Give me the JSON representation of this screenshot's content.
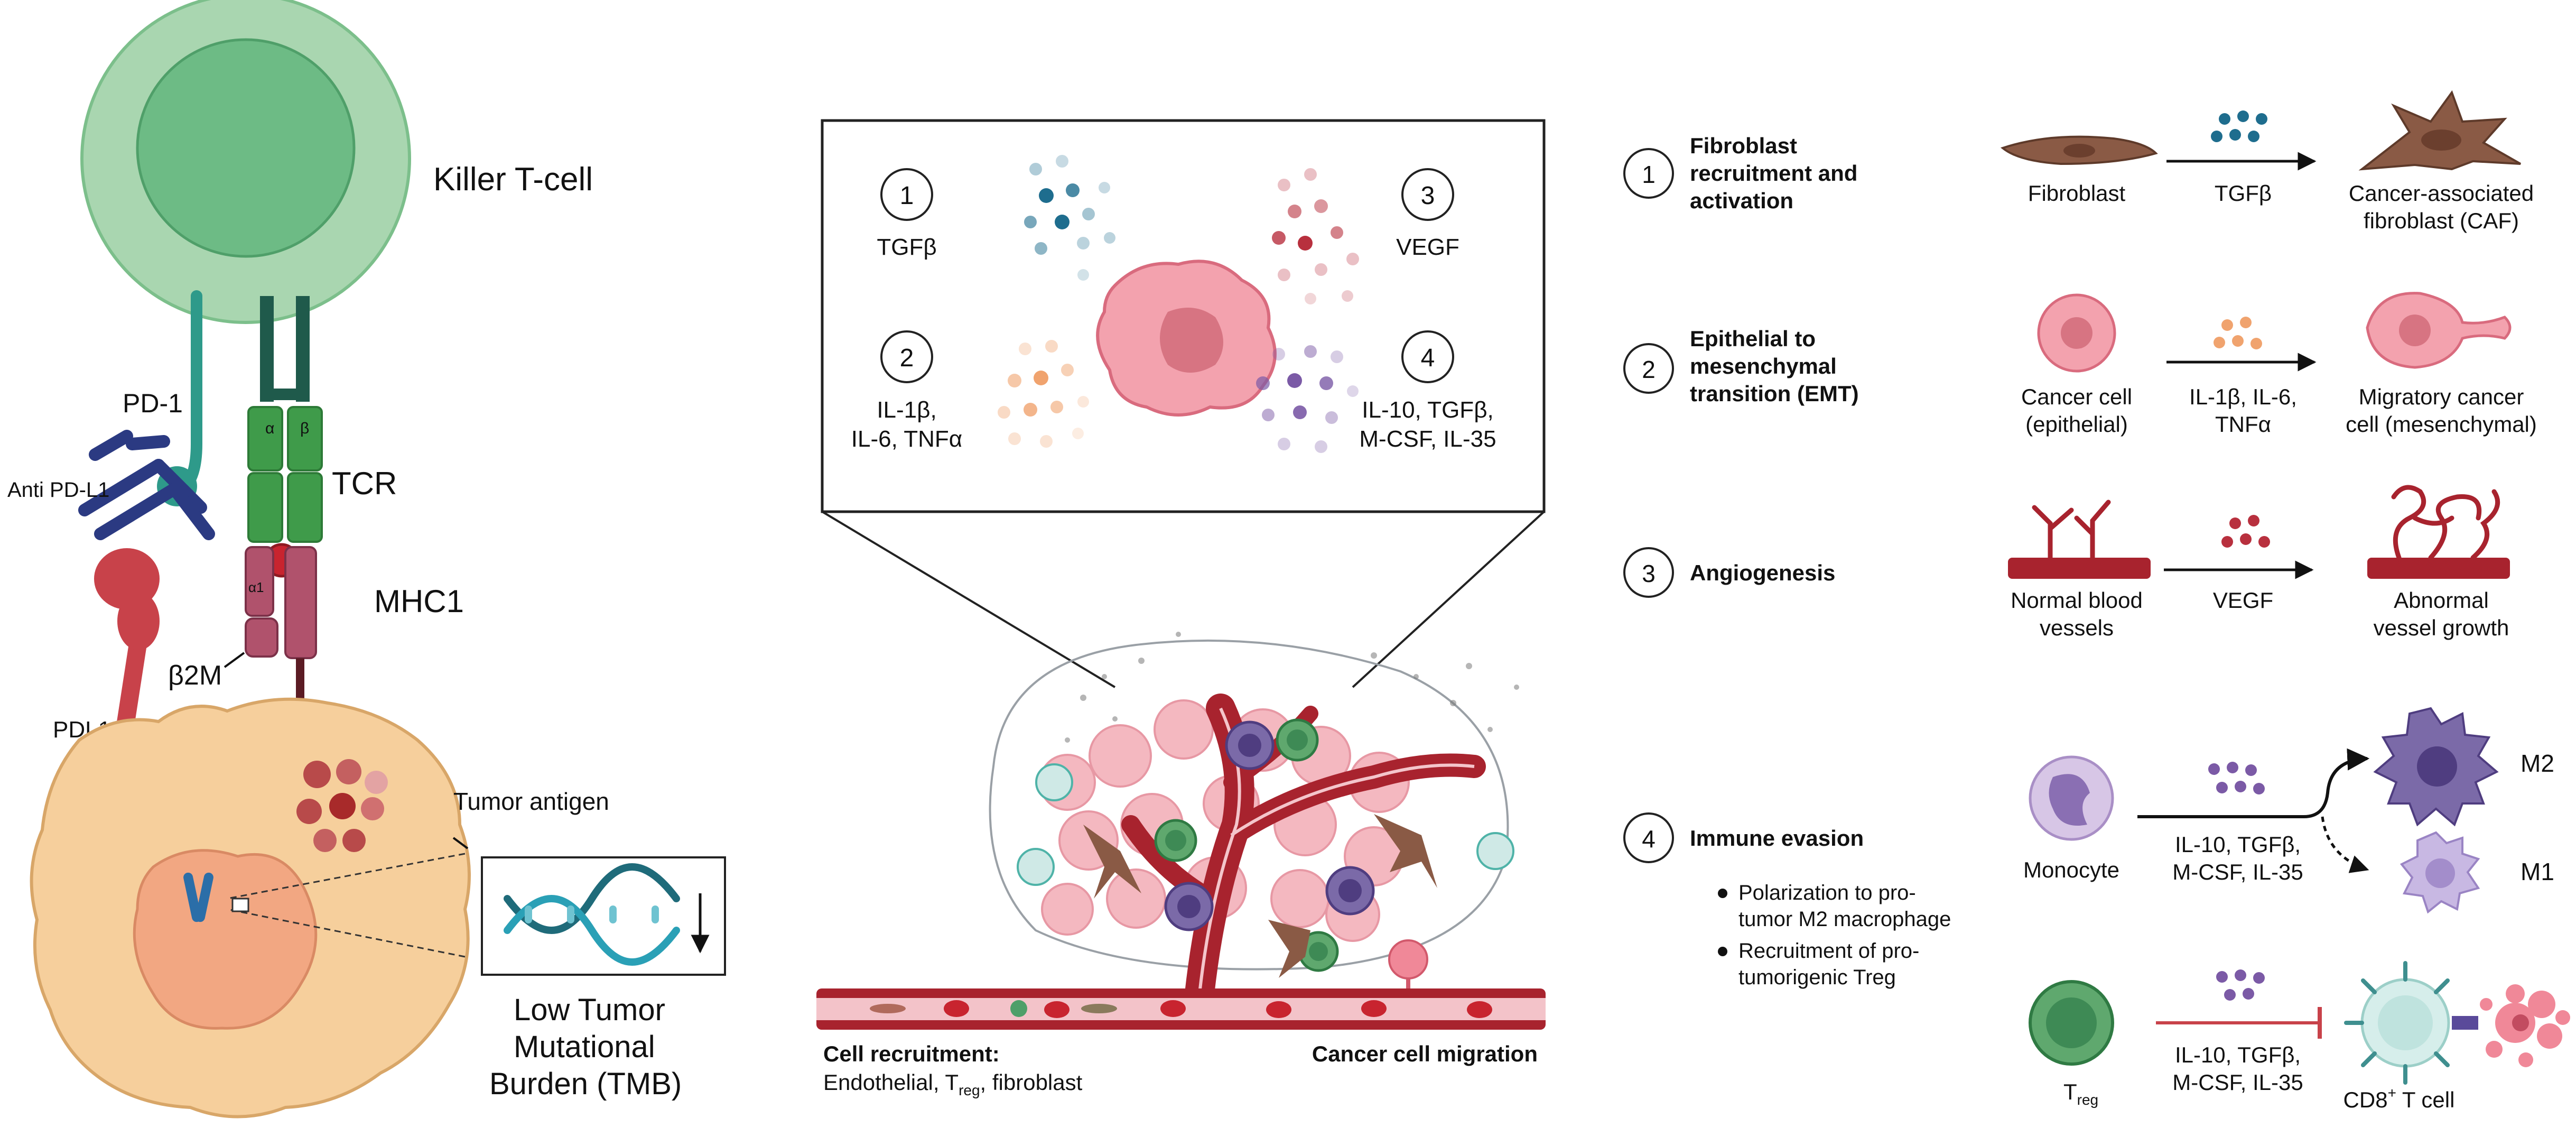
{
  "left_panel": {
    "killer_t_cell": "Killer T-cell",
    "pd1": "PD-1",
    "anti_pdl1": "Anti PD-L1",
    "tcr": "TCR",
    "alpha": "α",
    "beta": "β",
    "alpha1": "α1",
    "mhc1": "MHC1",
    "b2m": "β2M",
    "pdl1": "PDL1",
    "tumor_antigen": "Tumor antigen",
    "tmb_line1": "Low Tumor",
    "tmb_line2": "Mutational",
    "tmb_line3": "Burden (TMB)"
  },
  "middle_panel": {
    "items": [
      {
        "num": "1",
        "line1": "TGFβ",
        "line2": ""
      },
      {
        "num": "2",
        "line1": "IL-1β,",
        "line2": "IL-6, TNFα"
      },
      {
        "num": "3",
        "line1": "VEGF",
        "line2": ""
      },
      {
        "num": "4",
        "line1": "IL-10, TGFβ,",
        "line2": "M-CSF, IL-35"
      }
    ],
    "recruit_title": "Cell recruitment:",
    "recruit_a": "Endothelial, T",
    "recruit_sub": "reg",
    "recruit_b": ", fibroblast",
    "migration": "Cancer cell migration"
  },
  "right_panel": {
    "steps": [
      {
        "num": "1",
        "lines": [
          "Fibroblast",
          "recruitment and",
          "activation"
        ]
      },
      {
        "num": "2",
        "lines": [
          "Epithelial to",
          "mesenchymal",
          "transition (EMT)"
        ]
      },
      {
        "num": "3",
        "lines": [
          "Angiogenesis"
        ]
      },
      {
        "num": "4",
        "lines": [
          "Immune evasion"
        ]
      }
    ],
    "row1": {
      "left": "Fibroblast",
      "mid": "TGFβ",
      "right1": "Cancer-associated",
      "right2": "fibroblast (CAF)"
    },
    "row2": {
      "left1": "Cancer cell",
      "left2": "(epithelial)",
      "mid1": "IL-1β, IL-6,",
      "mid2": "TNFα",
      "right1": "Migratory cancer",
      "right2": "cell (mesenchymal)"
    },
    "row3": {
      "left1": "Normal blood",
      "left2": "vessels",
      "mid": "VEGF",
      "right1": "Abnormal",
      "right2": "vessel growth"
    },
    "row4": {
      "left": "Monocyte",
      "mid1": "IL-10, TGFβ,",
      "mid2": "M-CSF, IL-35",
      "m2": "M2",
      "m1": "M1"
    },
    "bullets": [
      [
        "Polarization to pro-",
        "tumor M2 macrophage"
      ],
      [
        "Recruitment of pro-",
        "tumorigenic Treg"
      ]
    ],
    "row5": {
      "treg_main": "T",
      "treg_sub": "reg",
      "mid1": "IL-10, TGFβ,",
      "mid2": "M-CSF, IL-35",
      "cd8_main": "CD8",
      "cd8_sup": "+",
      "cd8_rest": " T cell"
    }
  },
  "colors": {
    "t_cell_outer": "#a9d6b0",
    "t_cell_inner": "#6dbb85",
    "tumor_fill": "#f6cf9c",
    "tgfb": "#1e6d8e",
    "il1": "#f0a36e",
    "vegf": "#b8303e",
    "il10": "#7b5aa6",
    "vessel": "#a8232e"
  }
}
